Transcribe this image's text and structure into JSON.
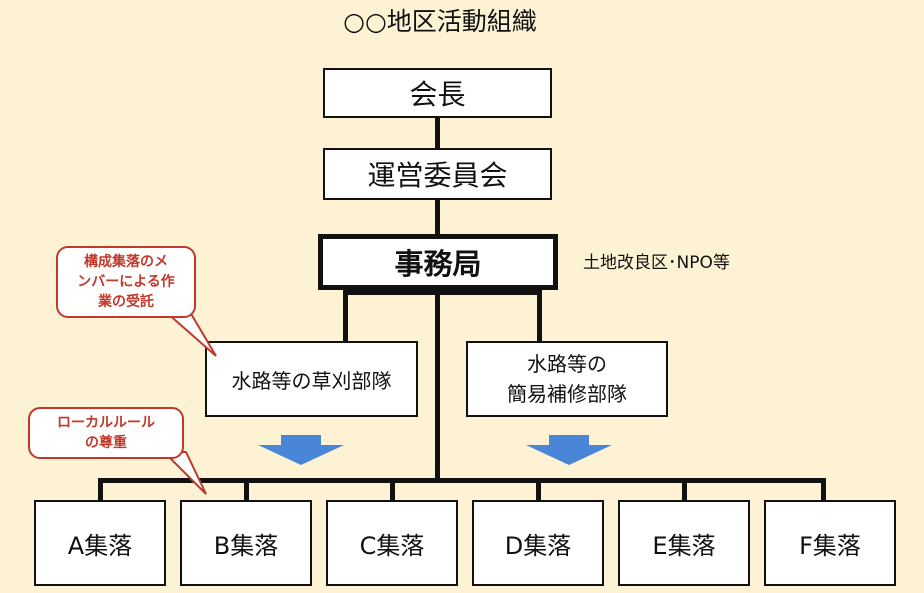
{
  "title": "○○地区活動組織",
  "org": {
    "chairman": "会長",
    "committee": "運営委員会",
    "secretariat": "事務局",
    "secretariat_note": "土地改良区･NPO等",
    "mowing_team": "水路等の草刈部隊",
    "repair_team_line1": "水路等の",
    "repair_team_line2": "簡易補修部隊",
    "villages": [
      "A集落",
      "B集落",
      "C集落",
      "D集落",
      "E集落",
      "F集落"
    ]
  },
  "callouts": {
    "members_line1": "構成集落のメ",
    "members_line2": "ンバーによる作",
    "members_line3": "業の受託",
    "local_rules_line1": "ローカルルール",
    "local_rules_line2": "の尊重"
  },
  "colors": {
    "background": "#fdf2d4",
    "arrow": "#4a86d8",
    "callout": "#c0392b"
  }
}
